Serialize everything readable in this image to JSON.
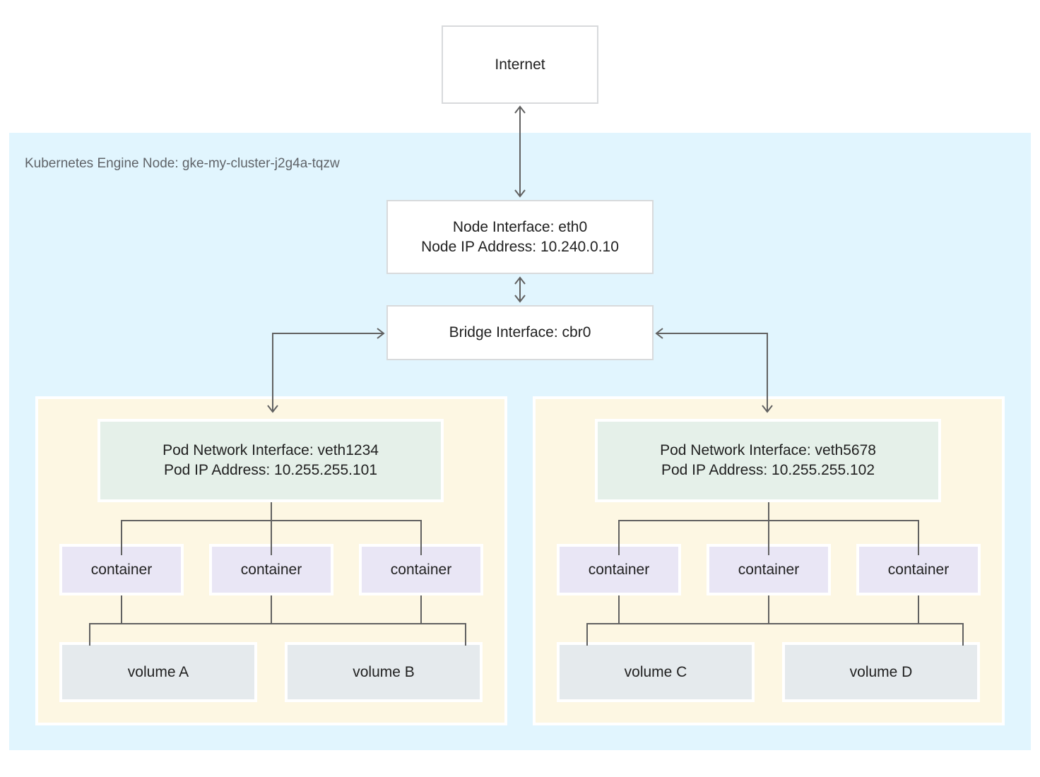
{
  "internet": {
    "label": "Internet"
  },
  "cluster": {
    "label": "Kubernetes Engine Node: gke-my-cluster-j2g4a-tqzw",
    "node_interface": {
      "line1": "Node Interface: eth0",
      "line2": "Node IP Address: 10.240.0.10"
    },
    "bridge_interface": {
      "label": "Bridge Interface: cbr0"
    }
  },
  "pods": [
    {
      "network_interface": {
        "line1": "Pod Network Interface: veth1234",
        "line2": "Pod IP Address: 10.255.255.101"
      },
      "containers": [
        "container",
        "container",
        "container"
      ],
      "volumes": [
        "volume A",
        "volume B"
      ]
    },
    {
      "network_interface": {
        "line1": "Pod Network Interface: veth5678",
        "line2": "Pod IP Address: 10.255.255.102"
      },
      "containers": [
        "container",
        "container",
        "container"
      ],
      "volumes": [
        "volume C",
        "volume D"
      ]
    }
  ],
  "colors": {
    "background": "#ffffff",
    "cluster_fill": "#e1f5fe",
    "pod_fill": "#fdf7e3",
    "pod_network_fill": "#e5f0e9",
    "container_fill": "#e9e6f5",
    "volume_fill": "#e5eaed",
    "box_border": "#d8dadc",
    "connector": "#616161",
    "text": "#212121",
    "cluster_label_text": "#5f6368"
  }
}
